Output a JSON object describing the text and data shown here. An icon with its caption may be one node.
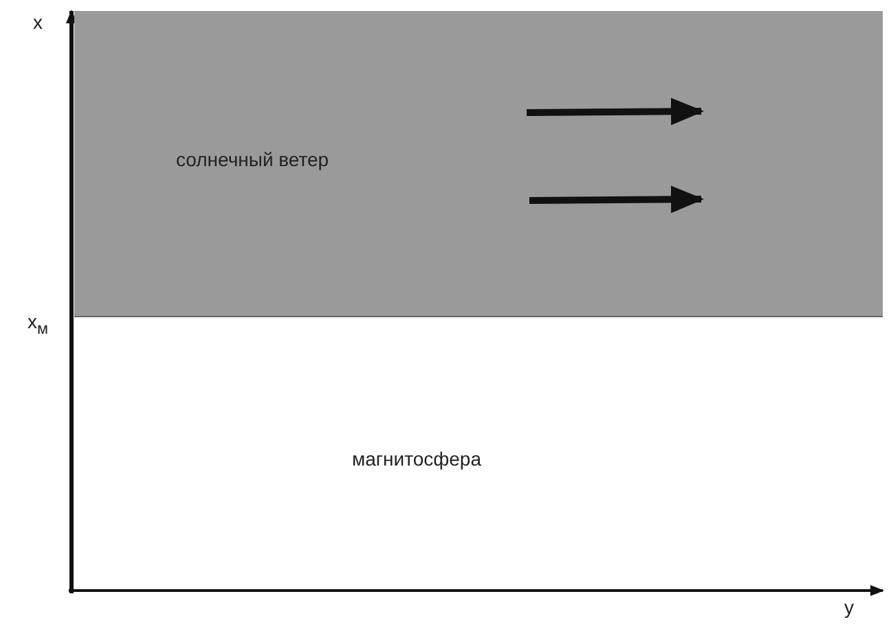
{
  "diagram": {
    "nodes": [
      {
        "text": [
          "солнечный ветер"
        ]
      }
    ],
    "labels": [
      "x",
      "x$_{м}$",
      "магнитосфера",
      "y"
    ]
  }
}
